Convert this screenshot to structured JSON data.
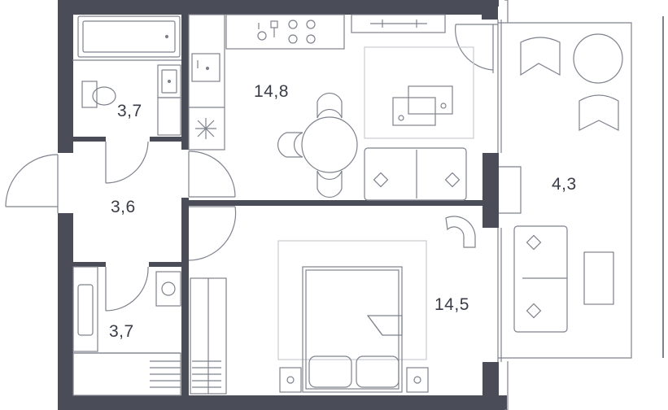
{
  "colors": {
    "wall": "#4a4d57",
    "line": "#7e828d",
    "rug": "#c9cbd1",
    "label": "#3a3d47",
    "background": "#ffffff"
  },
  "rooms": [
    {
      "id": "bathroom",
      "area": "3,7"
    },
    {
      "id": "kitchen_living",
      "area": "14,8"
    },
    {
      "id": "hallway",
      "area": "3,6"
    },
    {
      "id": "bedroom",
      "area": "14,5"
    },
    {
      "id": "wc",
      "area": "3,7"
    },
    {
      "id": "balcony",
      "area": "4,3"
    }
  ]
}
